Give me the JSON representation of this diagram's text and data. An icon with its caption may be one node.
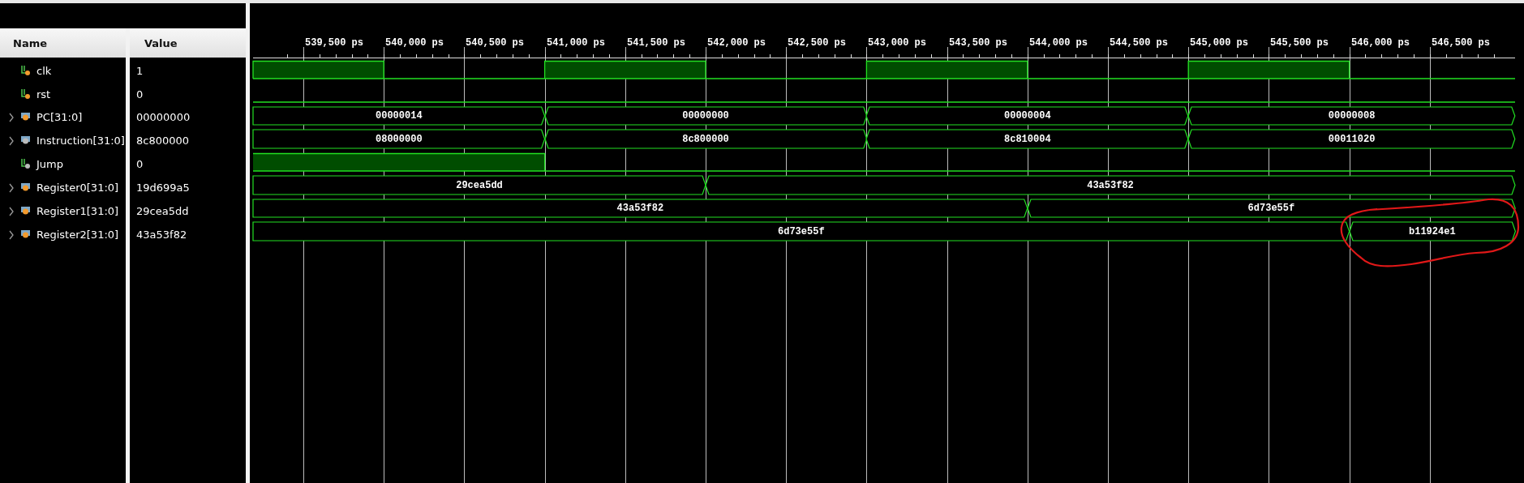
{
  "diagram": {
    "nodes": [
      {
        "text": [
          "00000014"
        ]
      },
      {
        "text": [
          "00000000"
        ]
      },
      {
        "text": [
          "00000004"
        ]
      },
      {
        "text": [
          "00000008"
        ]
      },
      {
        "text": [
          "08000000"
        ]
      },
      {
        "text": [
          "8c800000"
        ]
      },
      {
        "text": [
          "8c810004"
        ]
      },
      {
        "text": [
          "00011020"
        ]
      },
      {
        "text": [
          "29cea5dd"
        ]
      },
      {
        "text": [
          "43a53f82"
        ]
      },
      {
        "text": [
          "43a53f82"
        ]
      },
      {
        "text": [
          "6d73e55f"
        ]
      },
      {
        "text": [
          "6d73e55f"
        ]
      },
      {
        "text": [
          "b11924e1"
        ]
      }
    ],
    "labels": [
      "Name",
      "Value",
      "clk",
      "1",
      "rst",
      "0",
      "PC[31:0]",
      "00000000",
      "Instruction[31:0]",
      "8c800000",
      "Jump",
      "0",
      "Register0[31:0]",
      "19d699a5",
      "Register1[31:0]",
      "29cea5dd",
      "Register2[31:0]",
      "43a53f82",
      "539,500 ps",
      "540,000 ps",
      "540,500 ps",
      "541,000 ps",
      "541,500 ps",
      "542,000 ps",
      "542,500 ps",
      "543,000 ps",
      "543,500 ps",
      "544,000 ps",
      "544,500 ps",
      "545,000 ps",
      "545,500 ps",
      "546,000 ps",
      "546,500 ps"
    ]
  }
}
